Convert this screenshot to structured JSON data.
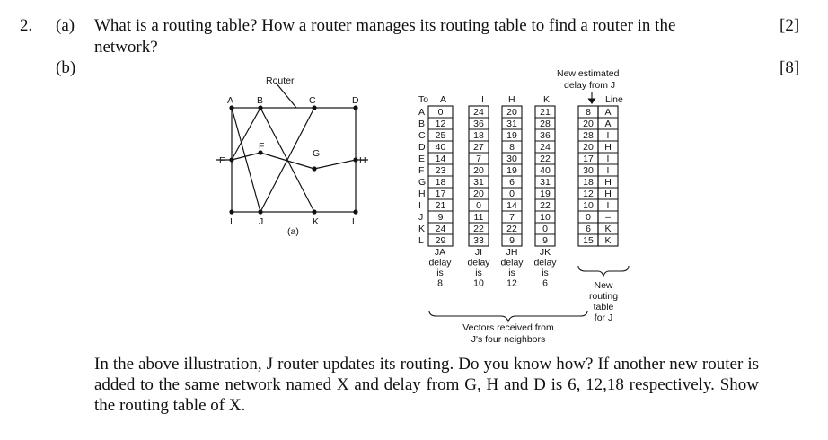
{
  "question": {
    "number": "2.",
    "part_a": {
      "label": "(a)",
      "text_line1": "What is a routing table? How a router manages its routing table to find a router in the",
      "text_line2": "network?",
      "marks": "[2]"
    },
    "part_b": {
      "label": "(b)",
      "marks": "[8]",
      "paragraph": "In the above illustration, J router updates its routing. Do you know how? If another new router is added to the same network named X and delay from G, H and D is 6, 12,18 respectively. Show the routing table of X."
    }
  },
  "figure": {
    "router_label": "Router",
    "caption": "(a)",
    "nodes": {
      "A": "A",
      "B": "B",
      "C": "C",
      "D": "D",
      "E": "E",
      "F": "F",
      "G": "G",
      "H": "H",
      "I": "I",
      "J": "J",
      "K": "K",
      "L": "L"
    },
    "table": {
      "to_header": "To",
      "col_headers": [
        "A",
        "I",
        "H",
        "K"
      ],
      "rows": [
        {
          "dest": "A",
          "A": "0",
          "I": "24",
          "H": "20",
          "K": "21",
          "new_delay": "8",
          "new_line": "A"
        },
        {
          "dest": "B",
          "A": "12",
          "I": "36",
          "H": "31",
          "K": "28",
          "new_delay": "20",
          "new_line": "A"
        },
        {
          "dest": "C",
          "A": "25",
          "I": "18",
          "H": "19",
          "K": "36",
          "new_delay": "28",
          "new_line": "I"
        },
        {
          "dest": "D",
          "A": "40",
          "I": "27",
          "H": "8",
          "K": "24",
          "new_delay": "20",
          "new_line": "H"
        },
        {
          "dest": "E",
          "A": "14",
          "I": "7",
          "H": "30",
          "K": "22",
          "new_delay": "17",
          "new_line": "I"
        },
        {
          "dest": "F",
          "A": "23",
          "I": "20",
          "H": "19",
          "K": "40",
          "new_delay": "30",
          "new_line": "I"
        },
        {
          "dest": "G",
          "A": "18",
          "I": "31",
          "H": "6",
          "K": "31",
          "new_delay": "18",
          "new_line": "H"
        },
        {
          "dest": "H",
          "A": "17",
          "I": "20",
          "H": "0",
          "K": "19",
          "new_delay": "12",
          "new_line": "H"
        },
        {
          "dest": "I",
          "A": "21",
          "I": "0",
          "H": "14",
          "K": "22",
          "new_delay": "10",
          "new_line": "I"
        },
        {
          "dest": "J",
          "A": "9",
          "I": "11",
          "H": "7",
          "K": "10",
          "new_delay": "0",
          "new_line": "–"
        },
        {
          "dest": "K",
          "A": "24",
          "I": "22",
          "H": "22",
          "K": "0",
          "new_delay": "6",
          "new_line": "K"
        },
        {
          "dest": "L",
          "A": "29",
          "I": "33",
          "H": "9",
          "K": "9",
          "new_delay": "15",
          "new_line": "K"
        }
      ],
      "footer": [
        {
          "l1": "JA",
          "l2": "delay",
          "l3": "is",
          "l4": "8"
        },
        {
          "l1": "JI",
          "l2": "delay",
          "l3": "is",
          "l4": "10"
        },
        {
          "l1": "JH",
          "l2": "delay",
          "l3": "is",
          "l4": "12"
        },
        {
          "l1": "JK",
          "l2": "delay",
          "l3": "is",
          "l4": "6"
        }
      ],
      "new_estimated_l1": "New estimated",
      "new_estimated_l2": "delay from J",
      "line_label": "Line",
      "vectors_l1": "Vectors received from",
      "vectors_l2": "J's four neighbors",
      "new_routing_l1": "New",
      "new_routing_l2": "routing",
      "new_routing_l3": "table",
      "new_routing_l4": "for J"
    }
  }
}
